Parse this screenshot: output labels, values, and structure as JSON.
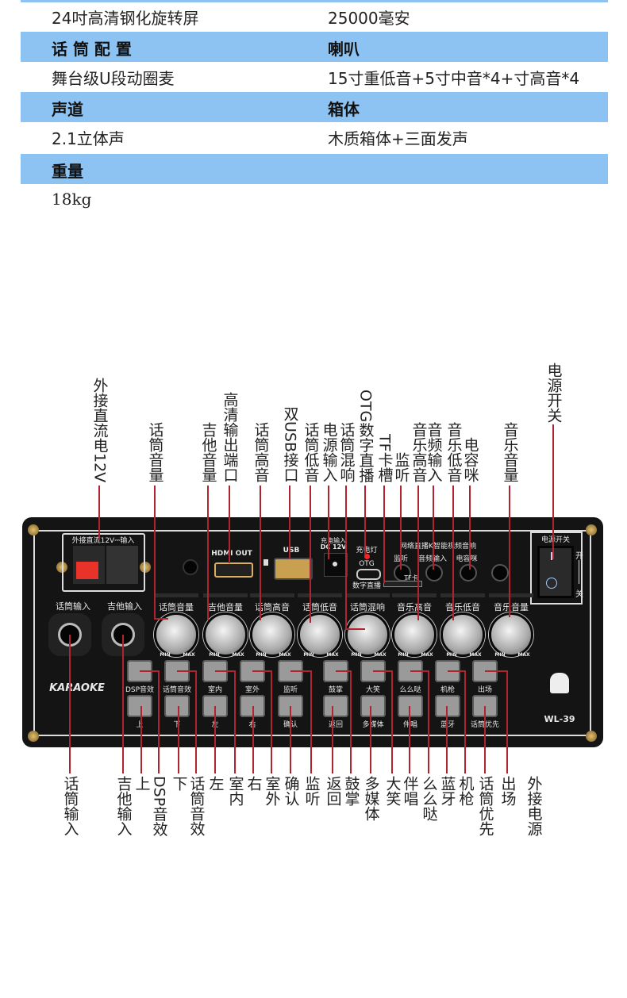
{
  "specs": {
    "rows": [
      {
        "kind": "value",
        "left": "24吋高清钢化旋转屏",
        "right": "25000毫安"
      },
      {
        "kind": "header",
        "left": "话 筒 配 置",
        "right": "喇叭"
      },
      {
        "kind": "value",
        "left": "舞台级U段动圈麦",
        "right": "15寸重低音+5寸中音*4+寸高音*4"
      },
      {
        "kind": "header",
        "left": "声道",
        "right": "箱体"
      },
      {
        "kind": "value",
        "left": "2.1立体声",
        "right": "木质箱体+三面发声"
      },
      {
        "kind": "header",
        "left": "重量",
        "right": ""
      },
      {
        "kind": "value",
        "left": "18kg",
        "right": ""
      }
    ]
  },
  "callouts_top": [
    "外接直流电12V",
    "话筒音量",
    "吉他音量",
    "高清输出端口",
    "话筒高音",
    "双USB接口",
    "话筒低音",
    "电源输入",
    "话筒混响",
    "OTG数字直播",
    "TF卡槽",
    "监听",
    "音乐高音",
    "音频输入",
    "音乐低音",
    "电容咪",
    "音乐音量",
    "电源开关"
  ],
  "callouts_bottom": [
    "话筒输入",
    "吉他输入",
    "上",
    "DSP音效",
    "下",
    "话筒音效",
    "左",
    "室内",
    "右",
    "室外",
    "确认",
    "监听",
    "返回",
    "鼓掌",
    "多媒体",
    "大笑",
    "伴唱",
    "么么哒",
    "蓝牙",
    "机枪",
    "话筒优先",
    "出场",
    "外接电源"
  ],
  "panel": {
    "terminal_label": "外接直流12V⎓输入",
    "hdmi_label": "HDMI OUT",
    "usb_label": "USB",
    "dc_label": "充电输入",
    "dc_sub": "DC 12V",
    "charge_light": "充电灯",
    "otg": "OTG",
    "digital_live": "数字直播",
    "network_title": "网络直播K智能视频音响",
    "jack_monitor": "监听",
    "jack_audio_in": "音频输入",
    "jack_condenser": "电容咪",
    "tf": "TF卡",
    "power_title": "电源开关",
    "power_on": "开",
    "power_off": "关",
    "mic_input": "话筒输入",
    "guitar_input": "吉他输入",
    "knobs": [
      "话筒音量",
      "吉他音量",
      "话筒高音",
      "话筒低音",
      "话筒混响",
      "音乐高音",
      "音乐低音",
      "音乐音量"
    ],
    "min": "MIN",
    "max": "MAX",
    "buttons_row1": [
      "DSP音效",
      "话筒音效",
      "室内",
      "室外",
      "监听",
      "鼓掌",
      "大笑",
      "么么哒",
      "机枪",
      "出场"
    ],
    "buttons_row2": [
      "上",
      "下",
      "左",
      "右",
      "确认",
      "返回",
      "多媒体",
      "伴唱",
      "蓝牙",
      "话筒优先"
    ],
    "logo": "KARAOKE",
    "model": "WL-39"
  },
  "colors": {
    "header_bar": "#8dc3f2",
    "callout_line": "#b0242f",
    "panel": "#141414"
  }
}
